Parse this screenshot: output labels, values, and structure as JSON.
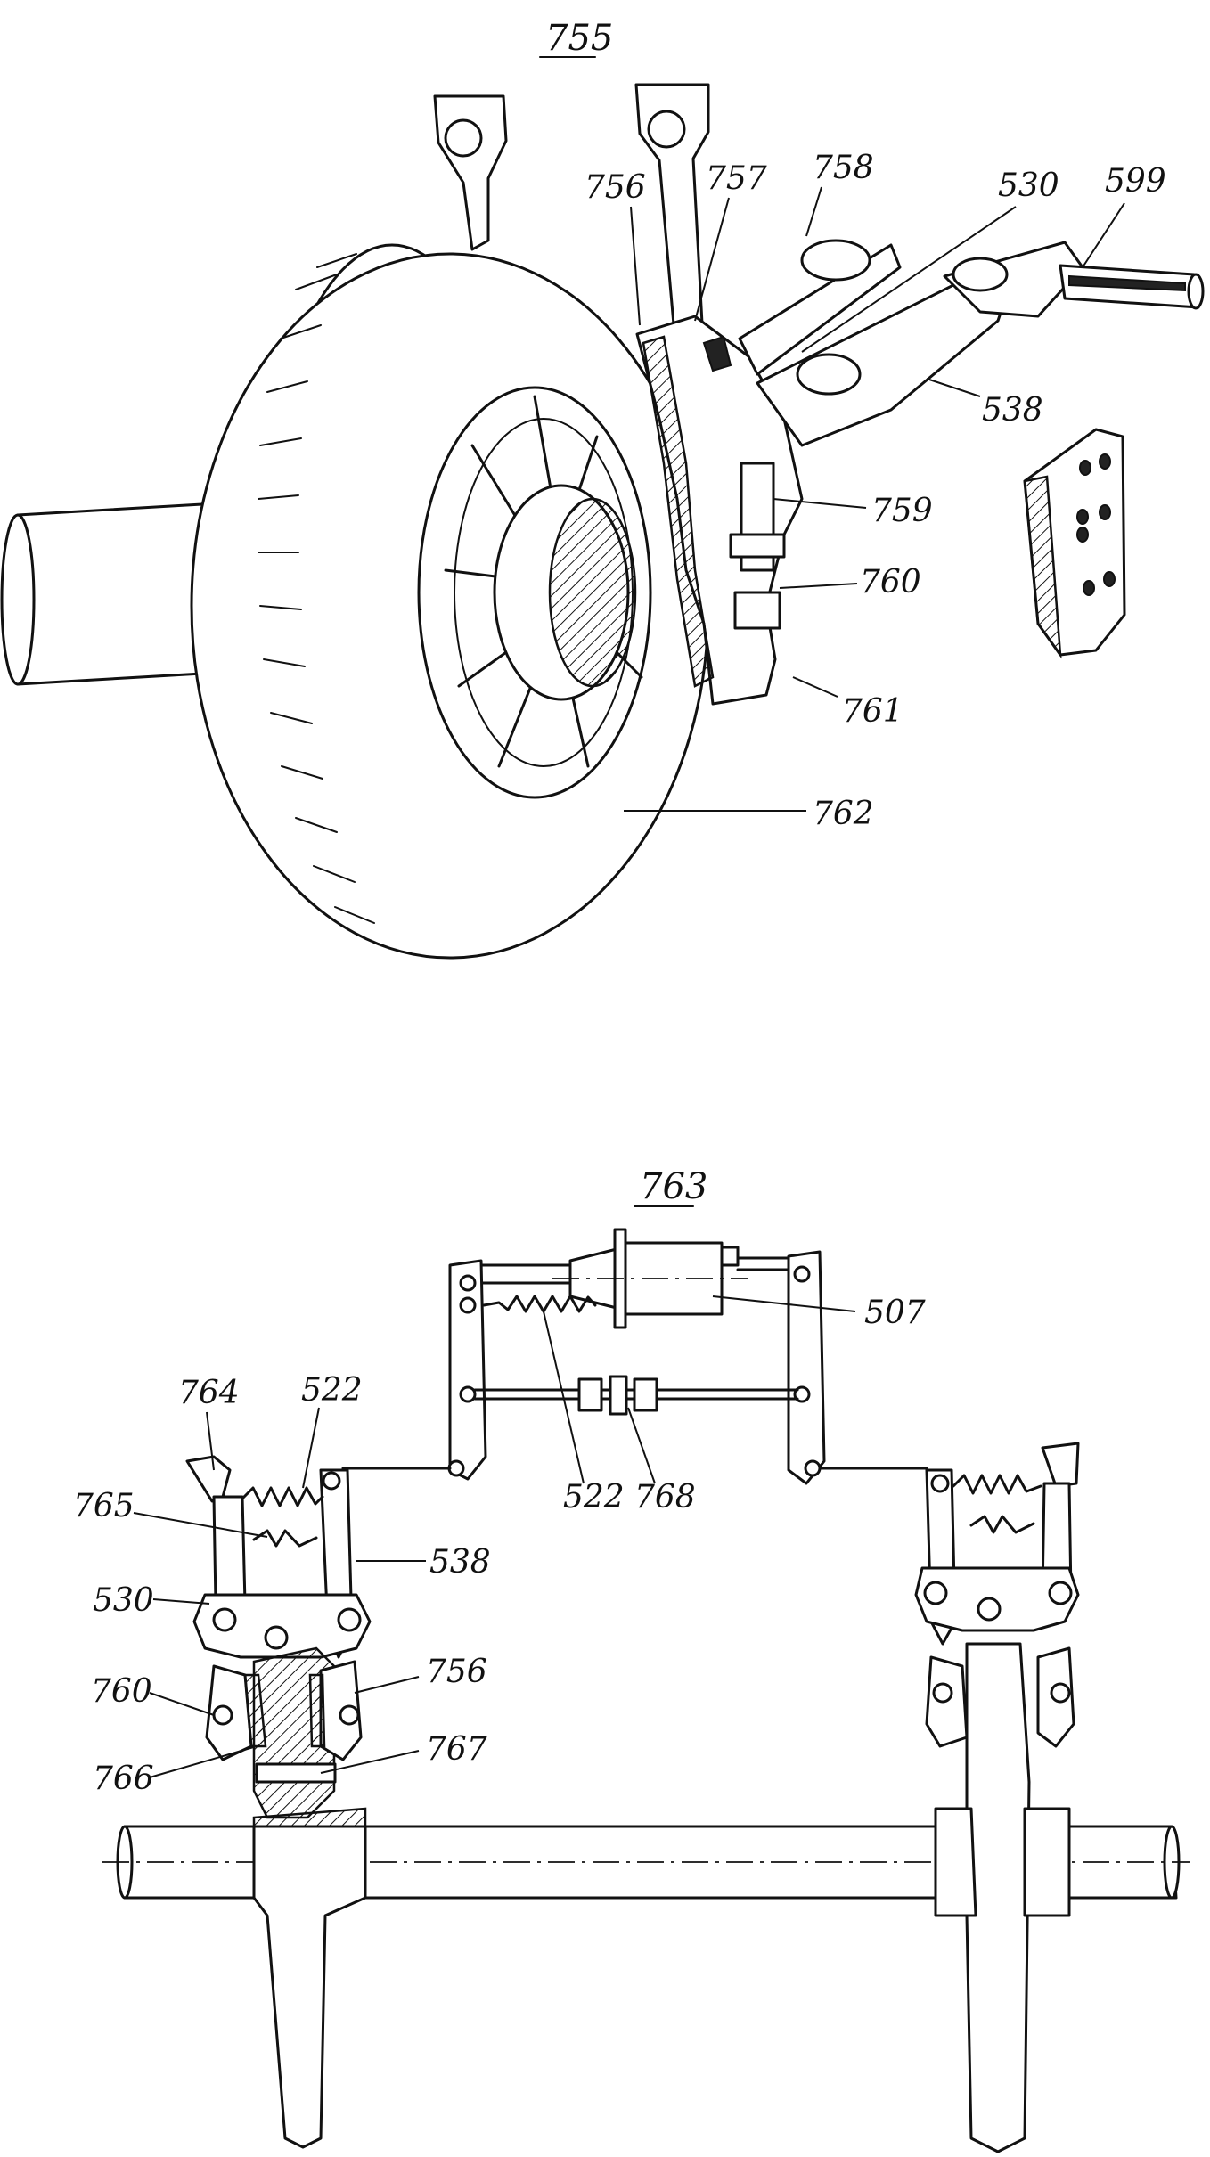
{
  "figures": [
    {
      "id": "755",
      "number": "755",
      "labels": [
        "756",
        "757",
        "758",
        "530",
        "599",
        "538",
        "759",
        "760",
        "761",
        "762"
      ]
    },
    {
      "id": "763",
      "number": "763",
      "labels": [
        "507",
        "764",
        "522",
        "522",
        "768",
        "765",
        "538",
        "530",
        "760",
        "756",
        "766",
        "767"
      ]
    }
  ]
}
